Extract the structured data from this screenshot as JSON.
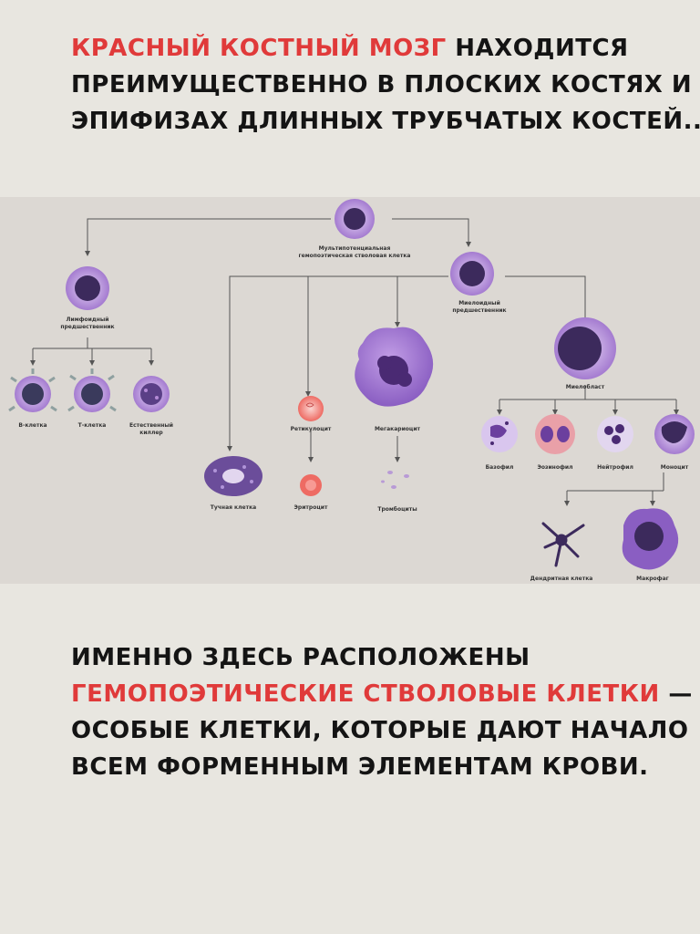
{
  "top_text": {
    "highlight": "Красный костный мозг",
    "line1_rest": "находится",
    "line2": "преимущественно в плоских костях и",
    "line3": "эпифизах длинных трубчатых костей.."
  },
  "diagram": {
    "labels": {
      "stem_line1": "Мультипотенциальная",
      "stem_line2": "гемопоэтическая стволовая клетка",
      "lymph_line1": "Лимфоидный",
      "lymph_line2": "предшественник",
      "myeloid_line1": "Миелоидный",
      "myeloid_line2": "предшественник",
      "bcell": "В-клетка",
      "tcell": "Т-клетка",
      "nk_line1": "Естественный",
      "nk_line2": "киллер",
      "reticulocyte": "Ретикулоцит",
      "megakaryocyte": "Мегакариоцит",
      "myeloblast": "Миелобласт",
      "mast_cell": "Тучная клетка",
      "erythrocyte": "Эритроцит",
      "platelets": "Тромбоциты",
      "basophil": "Базофил",
      "eosinophil": "Эозинофил",
      "neutrophil": "Нейтрофил",
      "monocyte": "Моноцит",
      "dendritic": "Дендритная клетка",
      "macrophage": "Макрофаг"
    }
  },
  "bottom_text": {
    "line1": "Именно здесь расположены",
    "highlight": "гемопоэтические стволовые клетки",
    "line2_rest": " —",
    "line3": "особые клетки, которые дают начало",
    "line4": "всем форменным элементам крови."
  },
  "colors": {
    "accent_red": "#e03a3a",
    "text": "#141414",
    "background": "#e8e6e0",
    "panel": "#dcd8d3"
  }
}
